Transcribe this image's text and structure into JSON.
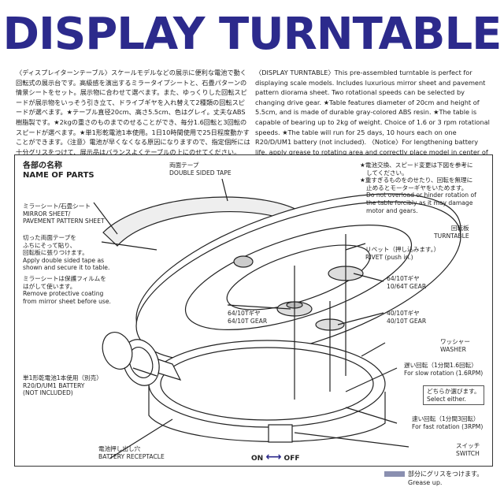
{
  "title": "DISPLAY TURNTABLE",
  "intro_jp": "〈ディスプレイターンテーブル〉スケールモデルなどの展示に便利な電池で動く回転式の展示台です。高級感を演出するミラータイプシートと、石畳パターンの情景シートをセット。展示物に合わせて選べます。また、ゆっくりした回転スピードが展示物をいっそう引き立て、ドライブギヤを入れ替えて2種類の回転スピードが選べます。★テーブル直径20cm、高さ5.5cm、色はグレイ。丈夫なABS樹脂製です。★2kgの重さのものまでのせることができ、毎分1.6回転と3回転のスピードが選べます。★単1形乾電池1本使用。1日10時間使用で25日程度動かすことができます。〈注意〉電池が早くなくなる原因になりますので、指定個所には十分グリスをつけて、展示品はバランスよくテーブルの上にのせてください。",
  "intro_en": "〈DISPLAY TURNTABLE〉This pre-assembled turntable is perfect for displaying scale models. Includes luxurious mirror sheet and pavement pattern diorama sheet. Two rotational speeds can be selected by changing drive gear. ★Table features diameter of 20cm and height of 5.5cm, and is made of durable gray-colored ABS resin. ★The table is capable of bearing up to 2kg of weight. Choice of 1.6 or 3 rpm rotational speeds. ★The table will run for 25 days, 10 hours each on one R20/D/UM1 battery (not included). 〈Notice〉For lengthening battery life, apply grease to rotating area and correctly place model in center of table.",
  "parts": {
    "heading_jp": "各部の名称",
    "heading_en": "NAME OF PARTS",
    "tape_jp": "両面テープ",
    "tape_en": "DOUBLE SIDED TAPE",
    "mirror_jp": "ミラーシート/石畳シート",
    "mirror_en1": "MIRROR SHEET/",
    "mirror_en2": "PAVEMENT PATTERN SHEET",
    "apply_jp1": "切った両面テープを",
    "apply_jp2": "ふちにそって貼り、",
    "apply_jp3": "回転板に張りつけます。",
    "apply_en1": "Apply double sided tape as",
    "apply_en2": "shown and secure it to table.",
    "remove_jp1": "ミラーシートは保護フィルムを",
    "remove_jp2": "はがして使います。",
    "remove_en1": "Remove protective coating",
    "remove_en2": "from mirror sheet before use.",
    "battery_jp": "単1形乾電池1本使用（別売）",
    "battery_en1": "R20/D/UM1 BATTERY",
    "battery_en2": "(NOT INCLUDED)",
    "receptacle_jp": "電池押し出し穴",
    "receptacle_en": "BATTERY RECEPTACLE",
    "warn_jp1": "★電池交換、スピード変更は下図を参考に",
    "warn_jp2": "してください。",
    "warn_jp3": "★重すぎるものをのせたり、回転を無理に",
    "warn_jp4": "止めるとモーターギヤをいためます。",
    "warn_en1": "Do not overload or hinder rotation of",
    "warn_en2": "the table forcibly as it may damage",
    "warn_en3": "motor and gears.",
    "turntable_jp": "回転板",
    "turntable_en": "TURNTABLE",
    "rivet_jp": "リベット（押し込みます。）",
    "rivet_en": "RIVET (push in.)",
    "gear64_r_jp": "64/10Tギヤ",
    "gear64_r_en": "10/64T GEAR",
    "gear64_l_jp": "64/10Tギヤ",
    "gear64_l_en": "64/10T GEAR",
    "gear40_jp": "40/10Tギヤ",
    "gear40_en": "40/10T GEAR",
    "washer_jp": "ワッシャー",
    "washer_en": "WASHER",
    "slow_jp": "遅い回転（1分間1.6回転）",
    "slow_en": "For slow rotation (1.6RPM)",
    "select_jp": "どちらか選びます。",
    "select_en": "Select either.",
    "fast_jp": "速い回転（1分間3回転）",
    "fast_en": "For fast rotation (3RPM)",
    "switch_jp": "スイッチ",
    "switch_en": "SWITCH",
    "on": "ON",
    "off": "OFF"
  },
  "legend": {
    "grease_jp": "部分にグリスをつけます。",
    "grease_en": "Grease up."
  },
  "colors": {
    "title": "#2c2a8c",
    "grease": "#8a8fb0",
    "arrow": "#2c2a8c"
  }
}
